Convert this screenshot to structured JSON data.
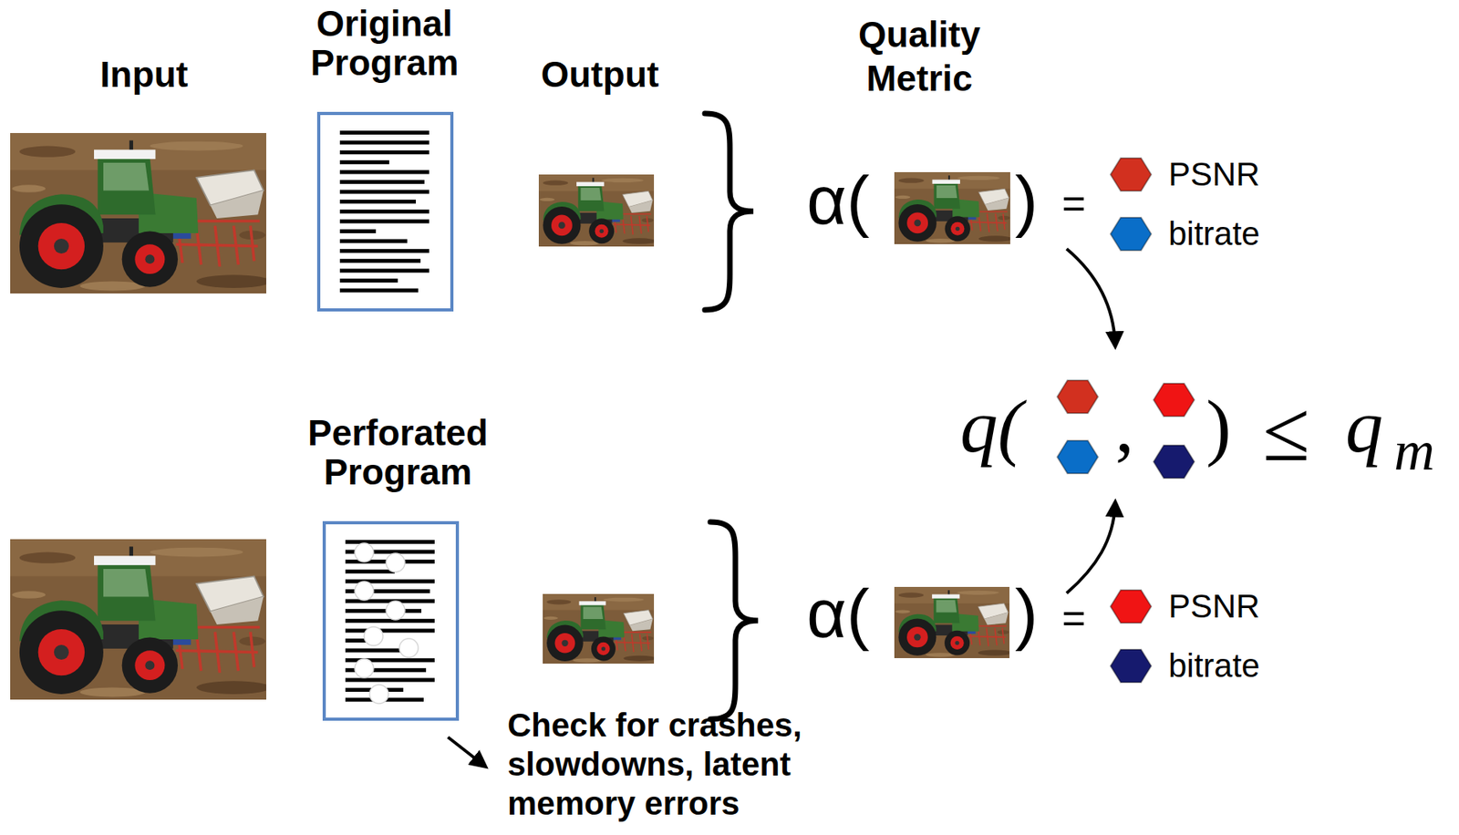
{
  "diagram": {
    "nodes": [
      {
        "text": [
          "Original Program"
        ]
      },
      {
        "text": [
          "Perforated Program"
        ]
      }
    ],
    "labels": [
      "Input",
      "Output",
      "Quality Metric",
      "α(",
      ")",
      "=",
      "q(",
      ",",
      ")",
      "≤",
      "q",
      "m",
      "α(",
      ")",
      "=",
      "Check for crashes, slowdowns, latent memory errors"
    ],
    "legend": [
      {
        "text": "PSNR",
        "color": "#d2301f"
      },
      {
        "text": "bitrate",
        "color": "#0a6ec8"
      },
      {
        "text": "PSNR",
        "color": "#f01414"
      },
      {
        "text": "bitrate",
        "color": "#161a6e"
      }
    ]
  }
}
